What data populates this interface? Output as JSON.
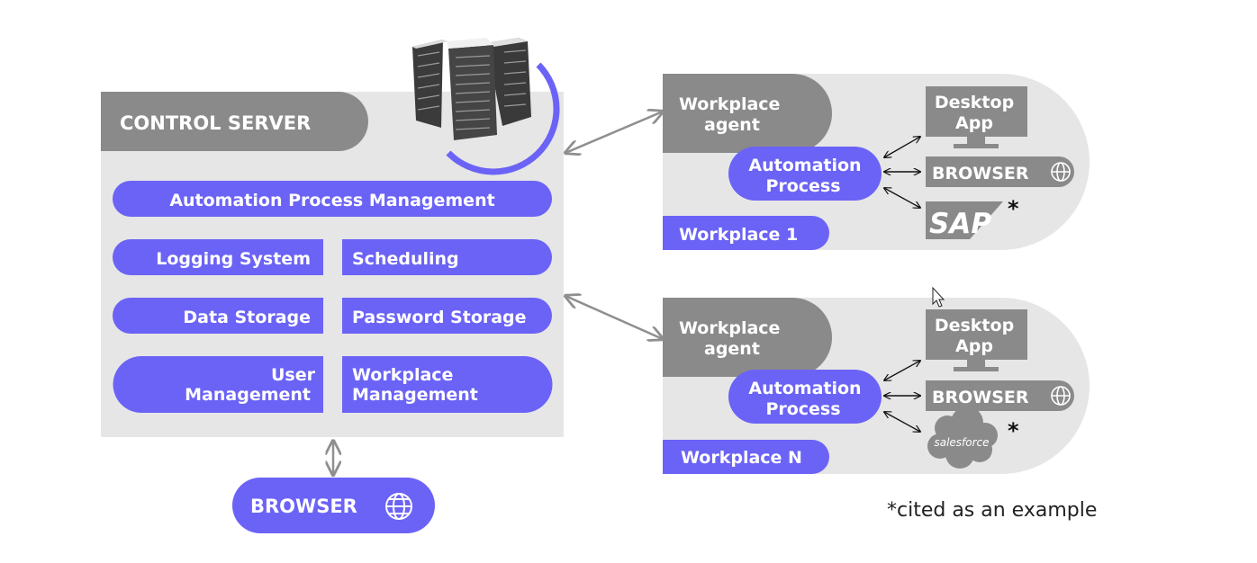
{
  "control_server": {
    "title": "CONTROL SERVER",
    "modules": {
      "apm": "Automation Process Management",
      "logging": "Logging System",
      "scheduling": "Scheduling",
      "data_storage": "Data Storage",
      "password_storage": "Password Storage",
      "user_mgmt_line1": "User",
      "user_mgmt_line2": "Management",
      "workplace_mgmt_line1": "Workplace",
      "workplace_mgmt_line2": "Management"
    }
  },
  "browser_client": {
    "label": "BROWSER",
    "icon": "globe-icon"
  },
  "workplaces": [
    {
      "name": "Workplace  1",
      "agent_line1": "Workplace",
      "agent_line2": "agent",
      "process_line1": "Automation",
      "process_line2": "Process",
      "desktop_line1": "Desktop",
      "desktop_line2": "App",
      "browser": "BROWSER",
      "example_app": "SAP",
      "asterisk": "*"
    },
    {
      "name": "Workplace N",
      "agent_line1": "Workplace",
      "agent_line2": "agent",
      "process_line1": "Automation",
      "process_line2": "Process",
      "desktop_line1": "Desktop",
      "desktop_line2": "App",
      "browser": "BROWSER",
      "example_app": "salesforce",
      "asterisk": "*"
    }
  ],
  "footnote": "*cited as an example",
  "colors": {
    "accent": "#6b63f6",
    "panel": "#e6e6e6",
    "header": "#8a8a8a",
    "arrow": "#8f8f8f"
  }
}
